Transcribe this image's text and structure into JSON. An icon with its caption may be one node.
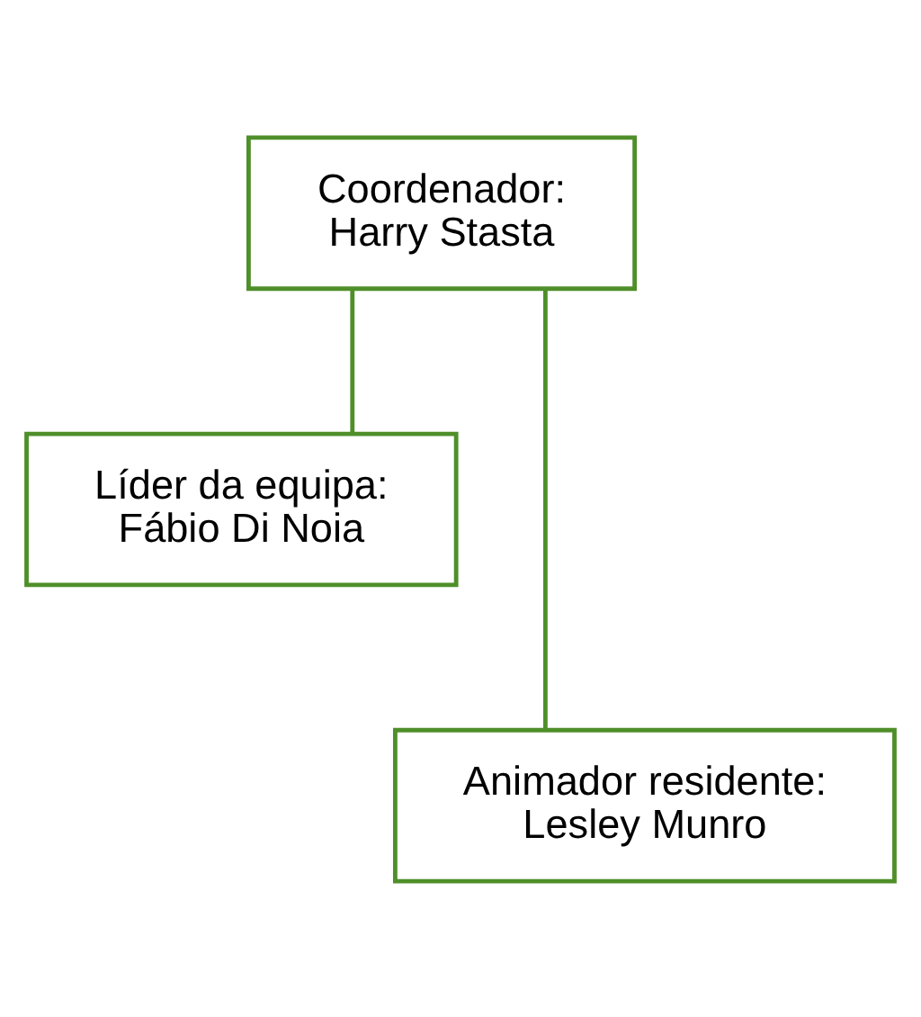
{
  "diagram": {
    "nodes": [
      {
        "text": [
          "Coordenador:",
          "Harry Stasta"
        ]
      },
      {
        "text": [
          "Líder da equipa:",
          "Fábio Di Noia"
        ]
      },
      {
        "text": [
          "Animador residente:",
          "Lesley Munro"
        ]
      }
    ],
    "edges": [
      {
        "from": 0,
        "to": 1,
        "arrow": "none"
      },
      {
        "from": 0,
        "to": 2,
        "arrow": "none"
      }
    ]
  }
}
